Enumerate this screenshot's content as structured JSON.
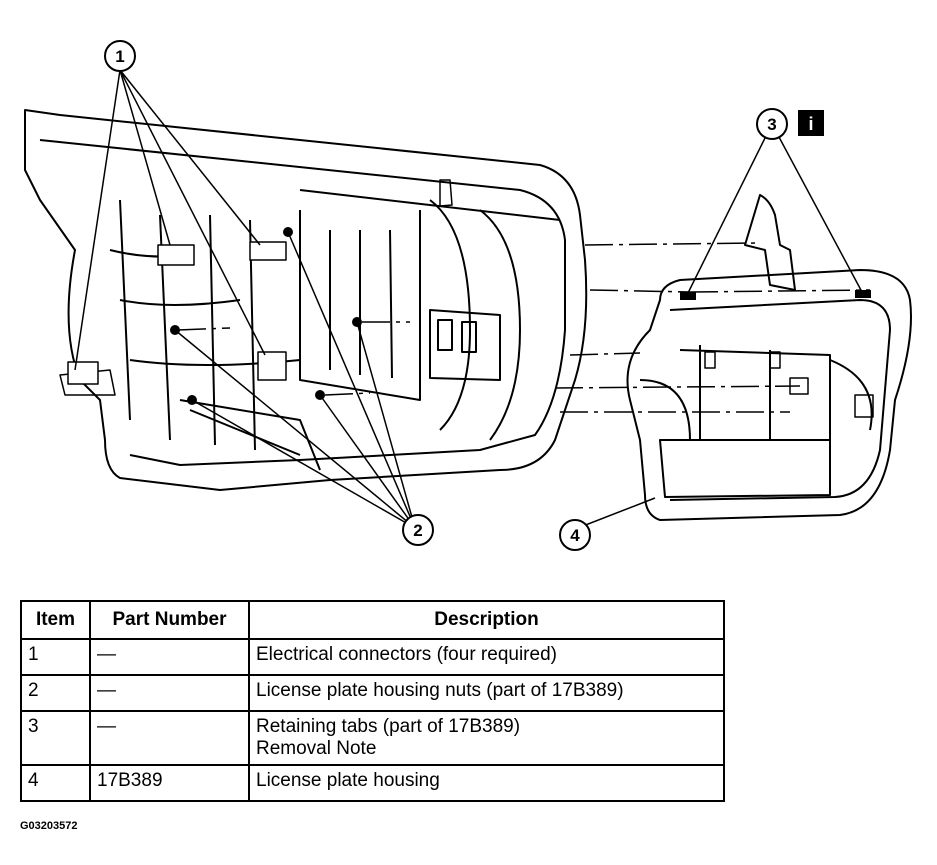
{
  "diagram": {
    "callouts": [
      "1",
      "2",
      "3",
      "4"
    ],
    "info_badge": "i"
  },
  "table": {
    "headers": [
      "Item",
      "Part Number",
      "Description"
    ],
    "rows": [
      {
        "item": "1",
        "part": "—",
        "desc": [
          "Electrical connectors (four required)"
        ]
      },
      {
        "item": "2",
        "part": "—",
        "desc": [
          "License plate housing nuts (part of 17B389)"
        ]
      },
      {
        "item": "3",
        "part": "—",
        "desc": [
          "Retaining tabs (part of 17B389)",
          "Removal Note"
        ]
      },
      {
        "item": "4",
        "part": "17B389",
        "desc": [
          "License plate housing"
        ]
      }
    ]
  },
  "figure_id": "G03203572"
}
